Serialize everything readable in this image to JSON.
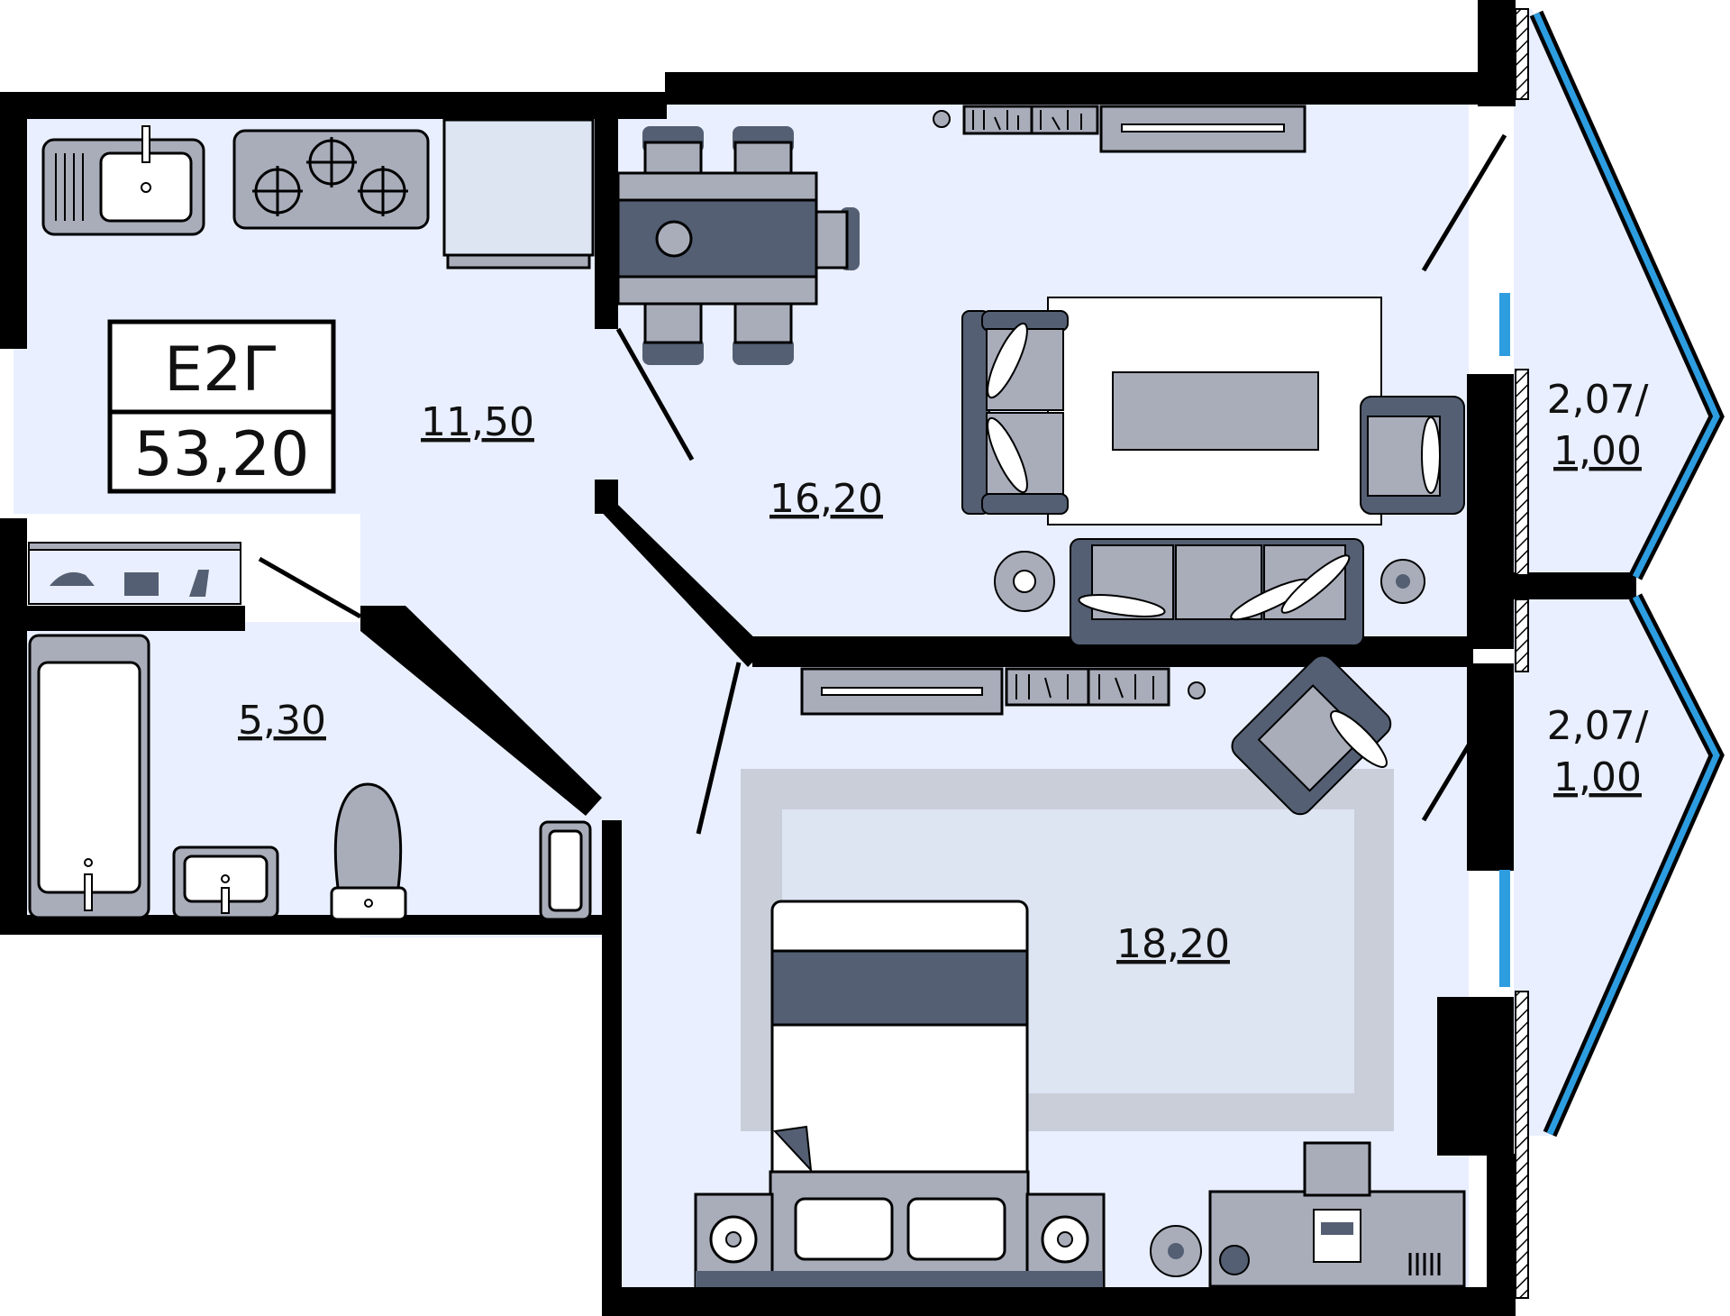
{
  "plan": {
    "unit_code": "Е2Г",
    "total_area": "53,20",
    "rooms": {
      "kitchen_area": "11,50",
      "living_area": "16,20",
      "bath_area": "5,30",
      "bedroom_area": "18,20",
      "balcony_top_line1": "2,07/",
      "balcony_top_line2": "1,00",
      "balcony_bottom_line1": "2,07/",
      "balcony_bottom_line2": "1,00"
    }
  },
  "colors": {
    "floor": "#e9efff",
    "wall": "#000000",
    "furniture_light": "#a9adba",
    "furniture_dark": "#545f73",
    "glazing": "#2d9de0",
    "rug": "#c9ced9"
  }
}
